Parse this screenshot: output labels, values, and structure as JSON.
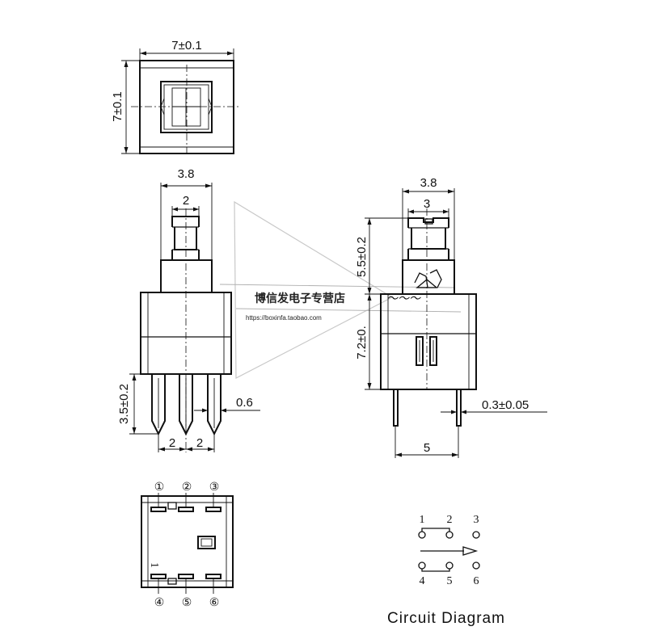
{
  "watermark": {
    "shop_name": "博信发电子专营店",
    "shop_url": "https://boxinfa.taobao.com"
  },
  "top_view": {
    "width_dim": "7±0.1",
    "height_dim": "7±0.1"
  },
  "front_view": {
    "body_width_dim": "3.8",
    "button_width_dim": "2",
    "pin_length_dim": "3.5±0.2",
    "pin_width_dim": "0.6",
    "pin_pitch_left": "2",
    "pin_pitch_right": "2"
  },
  "side_view": {
    "body_width_dim": "3.8",
    "button_width_dim": "3",
    "travel_dim": "5.5±0.2",
    "body_height_dim": "7.2±0.",
    "pin_thickness_dim": "0.3±0.05",
    "pin_spacing_dim": "5"
  },
  "bottom_view": {
    "pins_top": [
      "①",
      "②",
      "③"
    ],
    "pins_bottom": [
      "④",
      "⑤",
      "⑥"
    ],
    "mark": "1"
  },
  "circuit": {
    "title": "Circuit Diagram",
    "top_labels": [
      "1",
      "2",
      "3"
    ],
    "bottom_labels": [
      "4",
      "5",
      "6"
    ]
  }
}
